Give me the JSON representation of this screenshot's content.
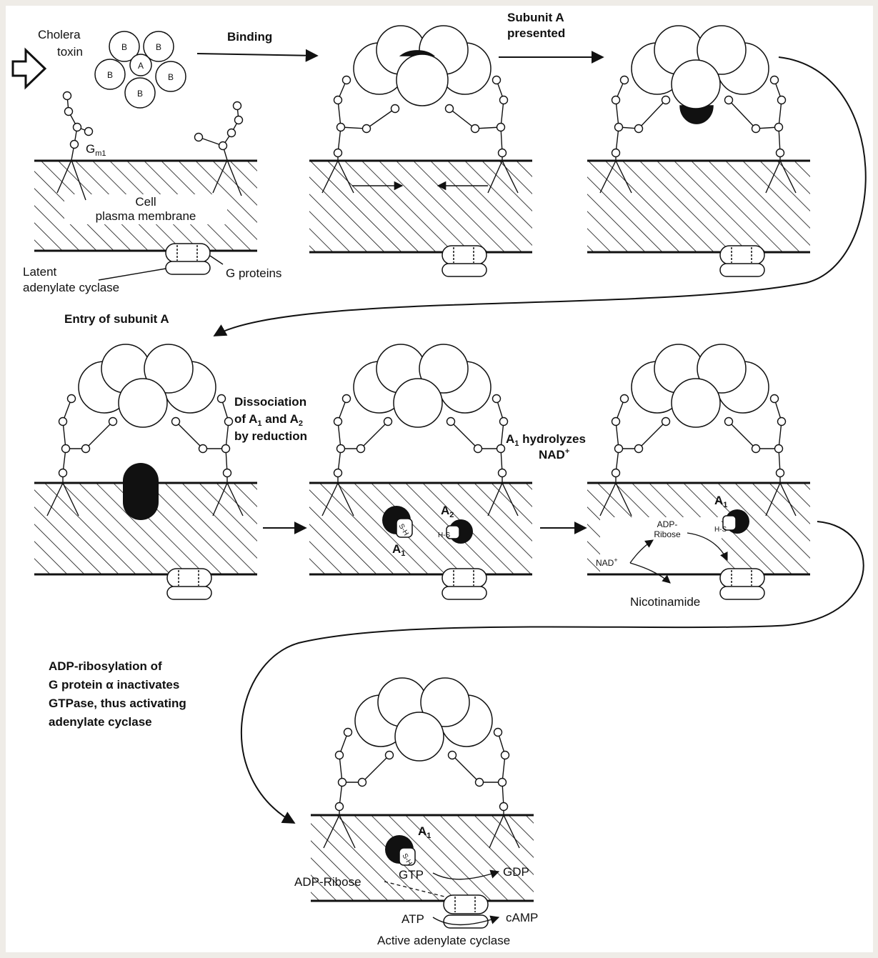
{
  "panel1": {
    "toxin_line1": "Cholera",
    "toxin_line2": "toxin",
    "subunit_b": "B",
    "subunit_a": "A",
    "receptor_main": "G",
    "receptor_sub": "m1",
    "membrane_line1": "Cell",
    "membrane_line2": "plasma membrane",
    "cyclase_line1": "Latent",
    "cyclase_line2": "adenylate cyclase",
    "g_proteins": "G proteins"
  },
  "steps": {
    "binding": "Binding",
    "presented_line1": "Subunit A",
    "presented_line2": "presented",
    "entry": "Entry of subunit A",
    "dissociation_line1": "Dissociation",
    "dissociation_line2a": "of A",
    "dissociation_line2b": " and A",
    "dissociation_line3": "by reduction",
    "hydrolyzes_a": "A",
    "hydrolyzes_b": " hydrolyzes",
    "hydrolyzes_line2": "NAD",
    "adp_line1": "ADP-ribosylation of",
    "adp_line2": "G protein α inactivates",
    "adp_line3": "GTPase, thus activating",
    "adp_line4": "adenylate cyclase"
  },
  "panel5": {
    "a1": "A",
    "a2": "A",
    "sub1": "1",
    "sub2": "2",
    "sh": "S-H",
    "hs": "H-S"
  },
  "panel6": {
    "a1": "A",
    "sub1": "1",
    "hs": "H-S",
    "adp_ribose_line1": "ADP-",
    "adp_ribose_line2": "Ribose",
    "nad": "NAD",
    "nicotinamide": "Nicotinamide"
  },
  "panel7": {
    "a1": "A",
    "sub1": "1",
    "sh": "S-H",
    "adp_ribose": "ADP-Ribose",
    "gtp": "GTP",
    "gdp": "GDP",
    "atp": "ATP",
    "camp": "cAMP",
    "active": "Active adenylate cyclase"
  },
  "superscript_plus": "+",
  "colors": {
    "ink": "#111111",
    "paper": "#ffffff",
    "page_border": "#efece7"
  }
}
